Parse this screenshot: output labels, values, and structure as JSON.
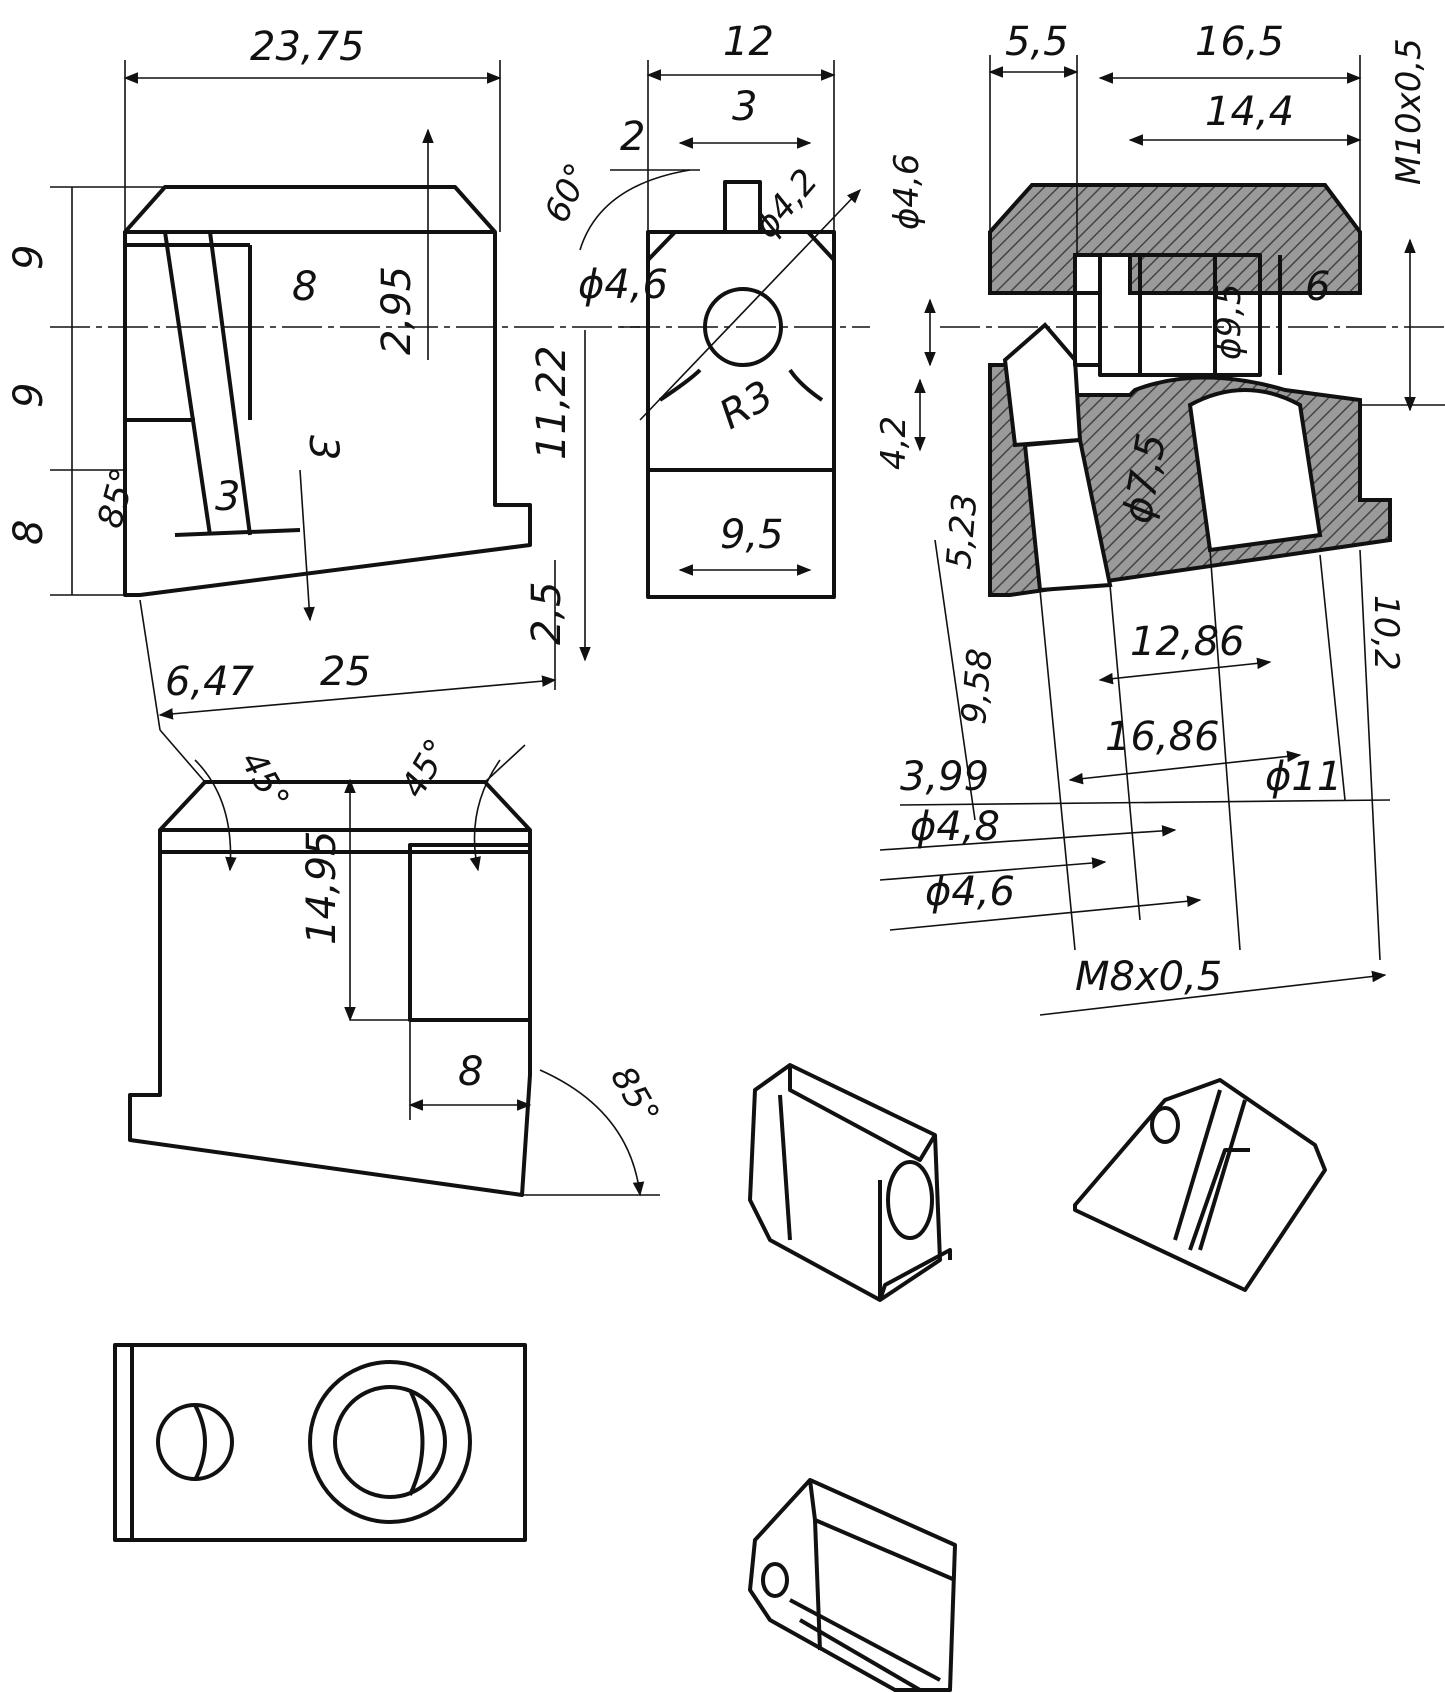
{
  "dimensions": {
    "front_width": "23,75",
    "front_9_top": "9",
    "front_9_mid": "9",
    "front_8_left": "8",
    "front_8_inner": "8",
    "front_295": "2,95",
    "front_1122": "11,22",
    "front_3_right": "3",
    "front_3_inner": "3",
    "front_85": "85°",
    "front_25_vert": "2,5",
    "front_647": "6,47",
    "front_25": "25",
    "side_12": "12",
    "side_3": "3",
    "side_2": "2",
    "side_60": "60°",
    "side_phi46": "ϕ4,6",
    "side_phi42": "ϕ4,2",
    "side_r3": "R3",
    "side_95": "9,5",
    "sec_55": "5,5",
    "sec_165": "16,5",
    "sec_144": "14,4",
    "sec_m10": "M10x0,5",
    "sec_phi46_top": "ϕ4,6",
    "sec_phi95": "ϕ9,5",
    "sec_6": "6",
    "sec_42": "4,2",
    "sec_phi75": "ϕ7,5",
    "sec_523": "5,23",
    "sec_958": "9,58",
    "sec_1286": "12,86",
    "sec_1686": "16,86",
    "sec_102": "10,2",
    "sec_399": "3,99",
    "sec_phi11": "ϕ11",
    "sec_phi48": "ϕ4,8",
    "sec_phi46_bot": "ϕ4,6",
    "sec_m8": "M8x0,5",
    "top_45a": "45°",
    "top_45b": "45°",
    "top_1495": "14,95",
    "top_8": "8",
    "top_85": "85°"
  }
}
